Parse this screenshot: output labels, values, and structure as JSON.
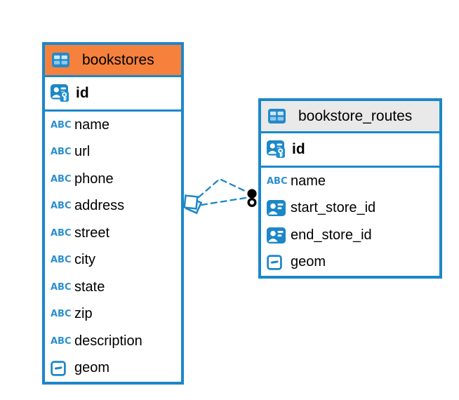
{
  "diagram": {
    "tables": [
      {
        "name": "bookstores",
        "header_color": "#f5813d",
        "primary_key": {
          "name": "id",
          "type": "primary-key"
        },
        "columns": [
          {
            "name": "name",
            "type": "text"
          },
          {
            "name": "url",
            "type": "text"
          },
          {
            "name": "phone",
            "type": "text"
          },
          {
            "name": "address",
            "type": "text"
          },
          {
            "name": "street",
            "type": "text"
          },
          {
            "name": "city",
            "type": "text"
          },
          {
            "name": "state",
            "type": "text"
          },
          {
            "name": "zip",
            "type": "text"
          },
          {
            "name": "description",
            "type": "text"
          },
          {
            "name": "geom",
            "type": "geometry"
          }
        ]
      },
      {
        "name": "bookstore_routes",
        "header_color": "#e9e9e9",
        "primary_key": {
          "name": "id",
          "type": "primary-key"
        },
        "columns": [
          {
            "name": "name",
            "type": "text"
          },
          {
            "name": "start_store_id",
            "type": "reference"
          },
          {
            "name": "end_store_id",
            "type": "reference"
          },
          {
            "name": "geom",
            "type": "geometry"
          }
        ]
      }
    ],
    "relationship": {
      "style": "dashed",
      "line_count": 2,
      "line_color": "#1b87c9",
      "left_marker": "stacked-squares",
      "right_markers": "dot-and-ring",
      "marker_color": "#000000"
    },
    "colors": {
      "accent_blue": "#1b87c9",
      "bookstores_header": "#f5813d",
      "routes_header": "#e9e9e9",
      "text": "#000000",
      "background": "#ffffff"
    },
    "icons": {
      "text_type_label": "ABC"
    }
  }
}
